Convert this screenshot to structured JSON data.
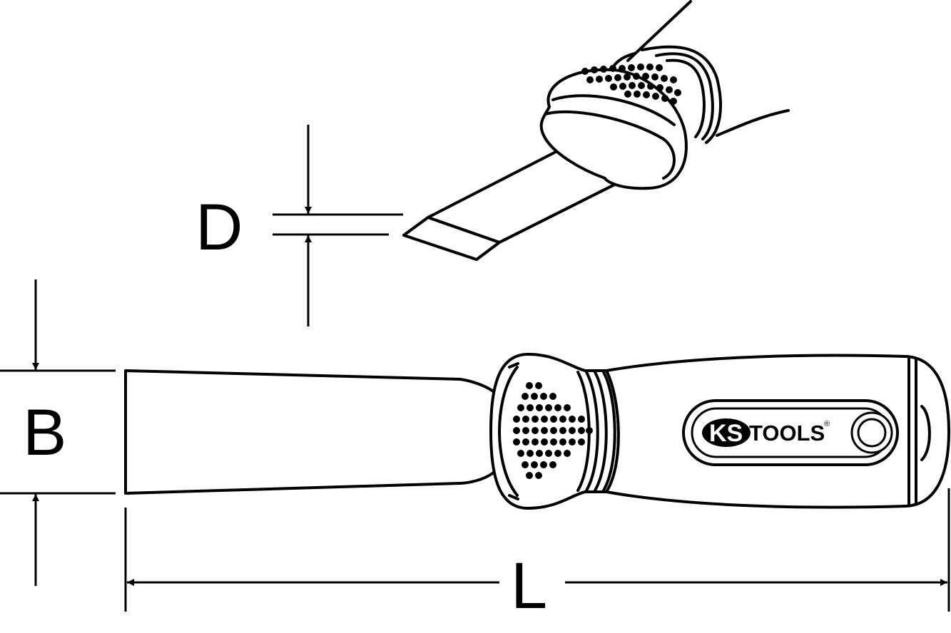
{
  "diagram": {
    "dimension_labels": {
      "D": "D",
      "B": "B",
      "L": "L"
    },
    "logo": {
      "ks": "KS",
      "tools": "TOOLS",
      "registered": "®"
    }
  }
}
